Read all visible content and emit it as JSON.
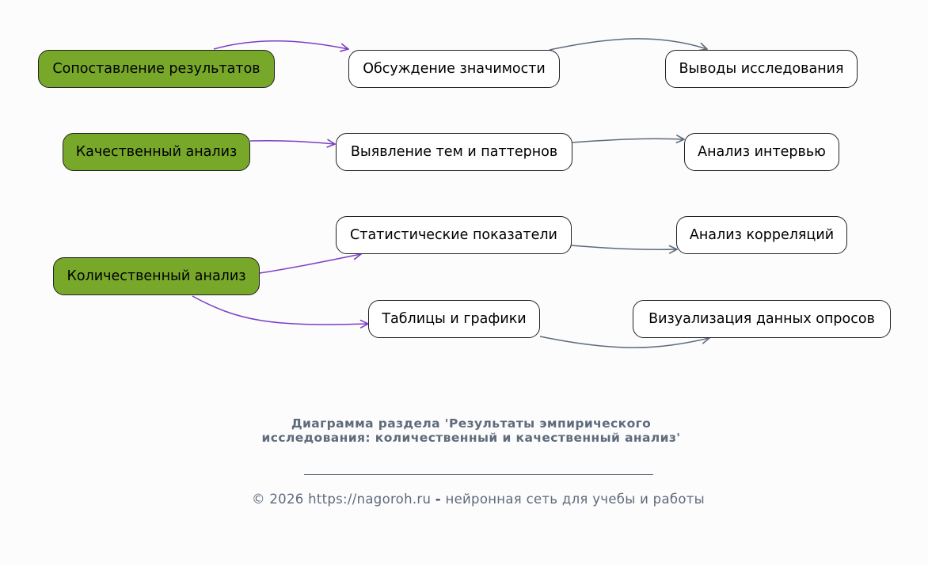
{
  "diagram": {
    "nodes": {
      "compare": "Сопоставление результатов",
      "discuss": "Обсуждение значимости",
      "conclude": "Выводы исследования",
      "qual": "Качественный анализ",
      "themes": "Выявление тем и паттернов",
      "interview": "Анализ интервью",
      "stats": "Статистические показатели",
      "corr": "Анализ корреляций",
      "quant": "Количественный анализ",
      "tables": "Таблицы и графики",
      "viz": "Визуализация данных опросов"
    },
    "colors": {
      "root_fill": "#78a82a",
      "node_fill": "#ffffff",
      "primary_edge": "#7b3fc4",
      "secondary_edge": "#5e6b7b"
    }
  },
  "caption": "Диаграмма раздела 'Результаты эмпирического исследования: количественный и качественный анализ'",
  "footer": {
    "year_text": "© 2026 https://nagoroh.ru",
    "dash": "-",
    "tagline": "нейронная сеть для учебы и работы"
  }
}
